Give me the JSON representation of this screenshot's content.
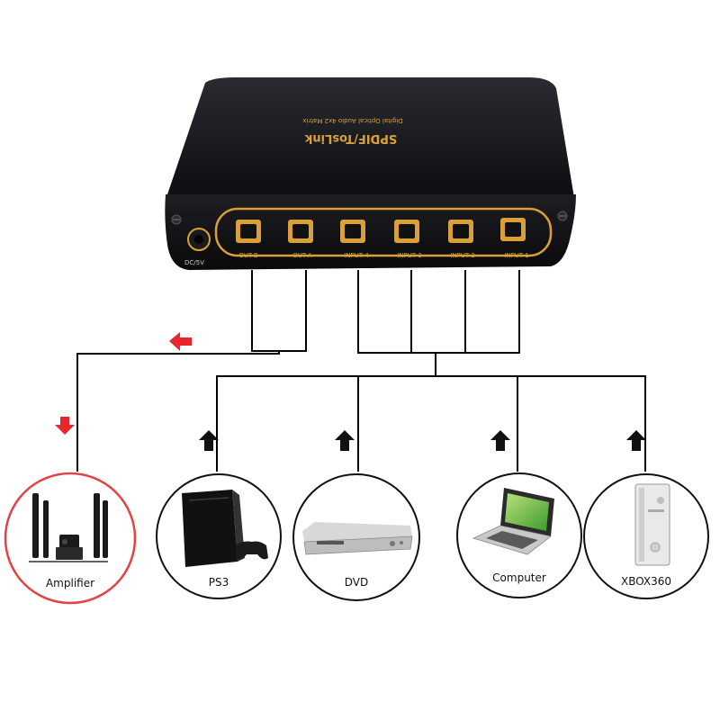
{
  "device": {
    "brand": "SPDIF/TosLink",
    "subtitle": "Digital Optical Audio 4x2 Matrix",
    "power_label": "DC/5V",
    "ports": [
      "OUT-B",
      "OUT-A",
      "INPUT 4",
      "INPUT 3",
      "INPUT 2",
      "INPUT 1"
    ]
  },
  "devices": {
    "amplifier": "Amplifier",
    "ps3": "PS3",
    "dvd": "DVD",
    "computer": "Computer",
    "xbox": "XBOX360"
  },
  "colors": {
    "body": "#121317",
    "accent": "#d9a038",
    "output_arrow": "#e8262b",
    "input_arrow": "#111111",
    "amp_ring": "#e54343"
  },
  "icons": {
    "output_arrows": "arrow-left-red, arrow-down-red",
    "input_arrows": "arrow-up-black"
  }
}
